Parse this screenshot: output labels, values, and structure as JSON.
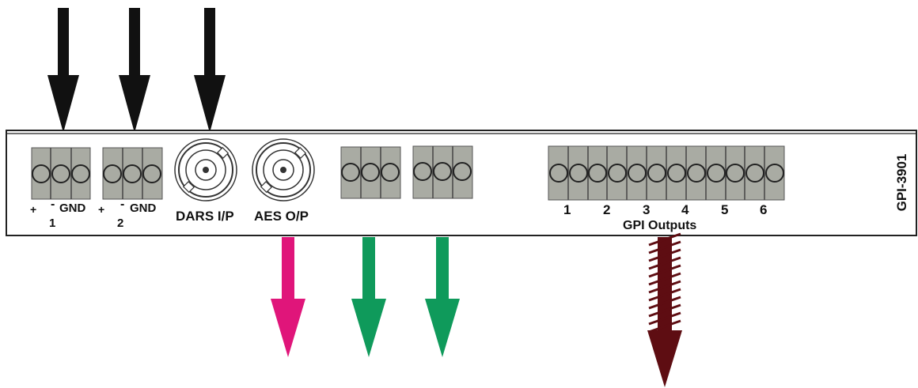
{
  "panel": {
    "model": "GPI-3901",
    "dars_label": "DARS I/P",
    "aes_label": "AES O/P",
    "gpi_outputs_label": "GPI Outputs",
    "input1": {
      "plus": "+",
      "minus": "-",
      "gnd": "GND",
      "num": "1"
    },
    "input2": {
      "plus": "+",
      "minus": "-",
      "gnd": "GND",
      "num": "2"
    },
    "gpi_numbers": [
      "1",
      "2",
      "3",
      "4",
      "5",
      "6"
    ]
  },
  "colors": {
    "input_arrow": "#111111",
    "aes_arrow": "#e0157a",
    "green_arrow": "#0f9a5b",
    "gpi_arrow": "#5e0d12",
    "terminal_fill": "#a9aba3",
    "panel_border": "#222222"
  },
  "icons": {
    "terminal_block": "screw-terminal-icon",
    "bnc": "bnc-connector-icon"
  }
}
